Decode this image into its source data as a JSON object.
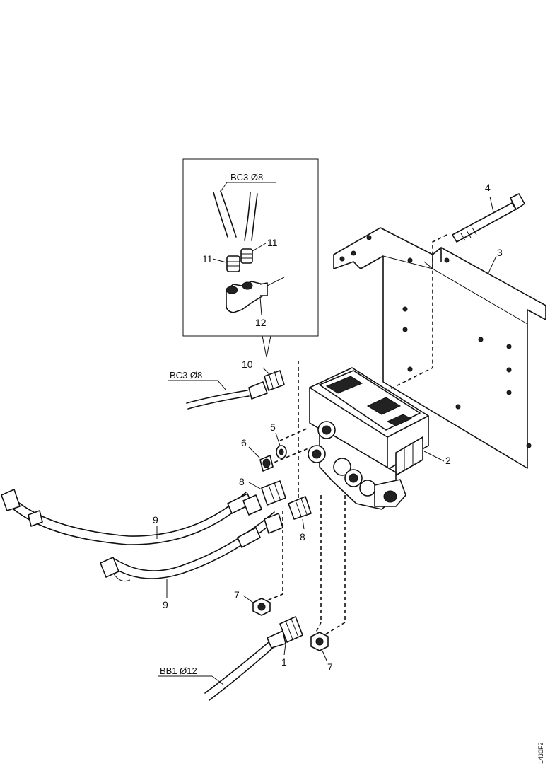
{
  "callouts": {
    "c1": "1",
    "c2": "2",
    "c3": "3",
    "c4": "4",
    "c5": "5",
    "c6": "6",
    "c7a": "7",
    "c7b": "7",
    "c8a": "8",
    "c8b": "8",
    "c9a": "9",
    "c9b": "9",
    "c10": "10",
    "c11a": "11",
    "c11b": "11",
    "c12": "12"
  },
  "lines": {
    "inset_line": "BC3 Ø8",
    "main_line": "BC3 Ø8",
    "supply_line": "BB1 Ø12"
  },
  "drawing_code": "1430F2"
}
